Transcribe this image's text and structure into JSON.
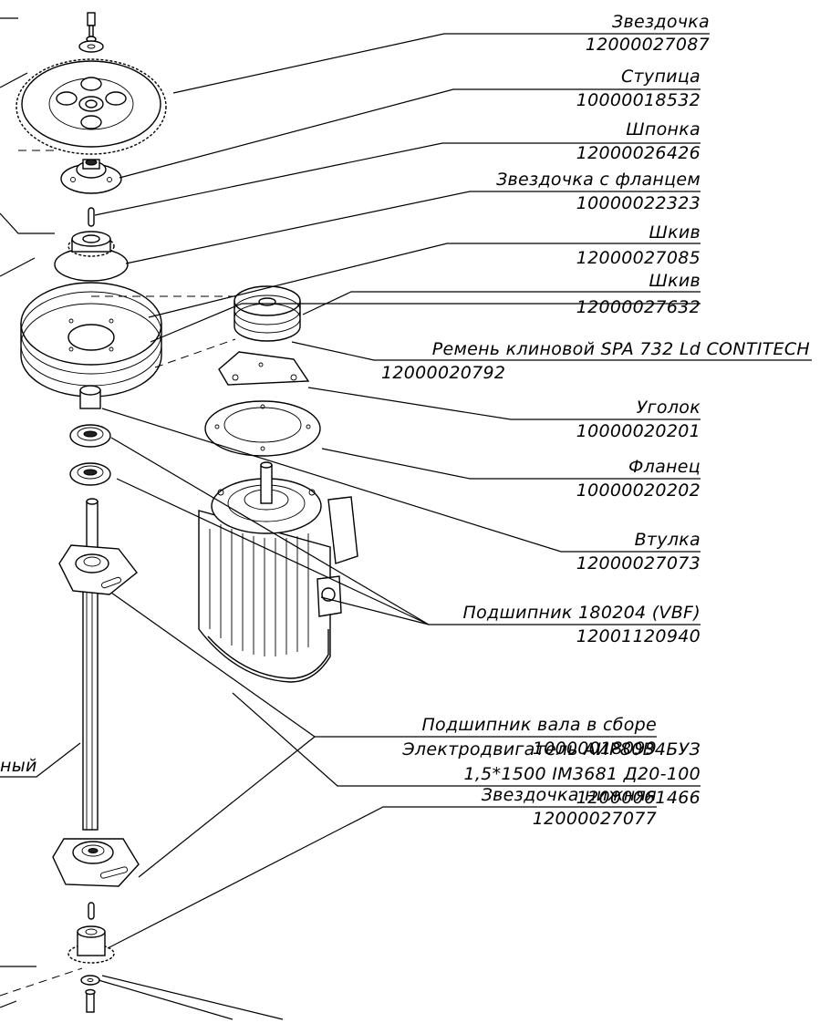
{
  "labels": [
    {
      "id": "sprocket",
      "name": "Звездочка",
      "code": "12000027087"
    },
    {
      "id": "hub",
      "name": "Ступица",
      "code": "10000018532"
    },
    {
      "id": "key",
      "name": "Шпонка",
      "code": "12000026426"
    },
    {
      "id": "flange-sprocket",
      "name": "Звездочка с фланцем",
      "code": "10000022323"
    },
    {
      "id": "pulley-large",
      "name": "Шкив",
      "code": "12000027085"
    },
    {
      "id": "pulley-small",
      "name": "Шкив",
      "code": "12000027632"
    },
    {
      "id": "v-belt",
      "name": "Ремень клиновой SPA 732 Ld CONTITECH",
      "code": "12000020792"
    },
    {
      "id": "bracket",
      "name": "Уголок",
      "code": "10000020201"
    },
    {
      "id": "flange",
      "name": "Фланец",
      "code": "10000020202"
    },
    {
      "id": "bushing",
      "name": "Втулка",
      "code": "12000027073"
    },
    {
      "id": "bearing",
      "name": "Подшипник 180204 (VBF)",
      "code": "12001120940"
    },
    {
      "id": "motor",
      "name": "Электродвигатель АИР80В4БУЗ",
      "name2": "1,5*1500 IM3681 Д20-100",
      "code": "12000061466"
    },
    {
      "id": "shaft-bearing-assy",
      "name": "Подшипник вала в сборе",
      "code": "10000018099"
    },
    {
      "id": "lower-sprocket",
      "name": "Звездочка нижняя",
      "code": "12000027077"
    }
  ],
  "partial_label": "ный"
}
